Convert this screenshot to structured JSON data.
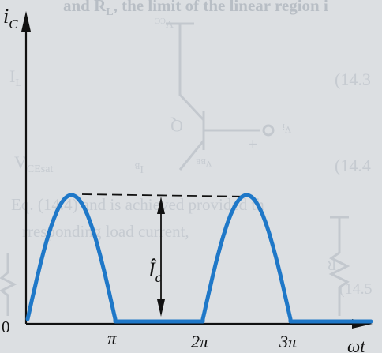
{
  "figure": {
    "y_axis_symbol": "i",
    "y_axis_subscript": "C",
    "x_axis_symbol": "ωt",
    "origin_label": "0",
    "tick_labels": [
      "π",
      "2π",
      "3π"
    ],
    "peak_symbol": "Î",
    "peak_subscript": "c",
    "waveform_color": "#1f78c8"
  },
  "bleed_through": {
    "line1": "and R",
    "line1_sub": "L",
    "line1_tail": ", the limit of the linear region i",
    "eq1": "(14.3",
    "eq2": "(14.4",
    "line2": "Eq. (14.4) and is achieved provided th",
    "line3": "rresponding load current,",
    "eq3": "(14.5",
    "sym_vcc": "V",
    "sym_vcc_sub": "CC",
    "sym_q": "Q",
    "sym_vi": "v",
    "sym_vi_sub": "i",
    "sym_ib": "I",
    "sym_ib_sub": "B",
    "sym_vbe": "v",
    "sym_vbe_sub": "BE",
    "sym_plus": "+",
    "sym_r": "R",
    "sym_vce": "V",
    "sym_vce_sub": "CEsat",
    "sym_i": "I",
    "sym_i_sub": "L"
  }
}
